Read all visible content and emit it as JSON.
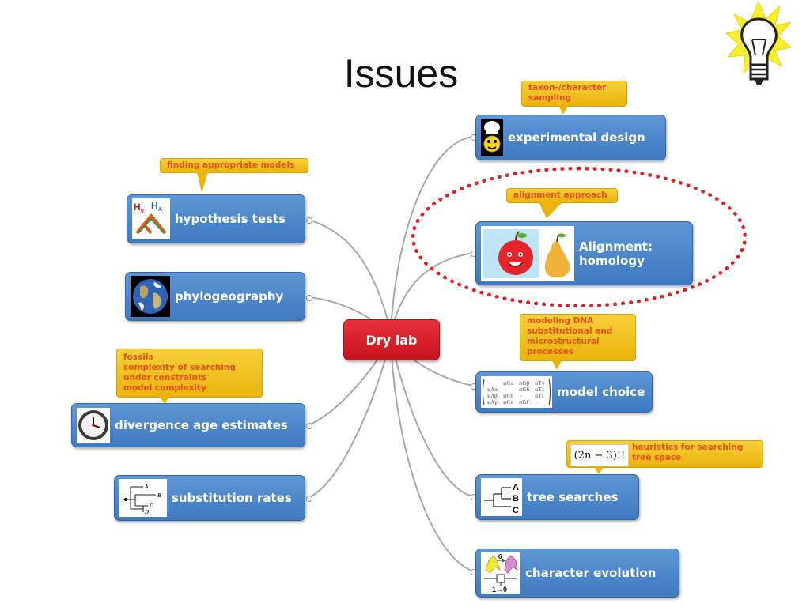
{
  "title": "Issues",
  "center": {
    "label": "Dry lab"
  },
  "nodes": {
    "experimental_design": {
      "label": "experimental design",
      "icon": "chef-smiley-icon"
    },
    "alignment": {
      "label_line1": "Alignment:",
      "label_line2": "homology",
      "icon": "apple-pear-icon"
    },
    "model_choice": {
      "label": "model choice",
      "icon": "rate-matrix-icon"
    },
    "tree_searches": {
      "label": "tree searches",
      "icon": "tree-icon",
      "leaves": [
        "A",
        "B",
        "C"
      ]
    },
    "character_evolution": {
      "label": "character evolution",
      "icon": "character-evolution-icon",
      "icon_top": "6",
      "icon_bottom": "1→0"
    },
    "hypothesis_tests": {
      "label": "hypothesis tests",
      "icon": "hypothesis-icon",
      "h0": "H",
      "h0_sub": "0",
      "ha": "H",
      "ha_sub": "A"
    },
    "phylogeography": {
      "label": "phylogeography",
      "icon": "earth-icon"
    },
    "divergence": {
      "label": "divergence age estimates",
      "icon": "clock-icon"
    },
    "substitution_rates": {
      "label": "substitution rates",
      "icon": "rate-tree-icon",
      "leaves": [
        "A",
        "B",
        "C",
        "D"
      ]
    }
  },
  "notes": {
    "sampling": [
      "taxon-/character",
      "sampling"
    ],
    "alignment": [
      "alignment approach"
    ],
    "modeling": [
      "modeling DNA",
      "substitutional and",
      "microstructural",
      "processes"
    ],
    "heuristics": [
      "heuristics for searching",
      "tree space"
    ],
    "heuristics_formula": "(2n − 3)!!",
    "models": [
      "finding appropriate models"
    ],
    "fossils": [
      "fossils",
      "complexity of searching",
      "under constraints",
      "model complexity"
    ]
  },
  "colors": {
    "node": "#4a86cc",
    "center": "#d8222b",
    "note": "#f1c21f",
    "note_text": "#e4501c",
    "ellipse": "#e21d20",
    "connector": "#a8a8a8"
  }
}
